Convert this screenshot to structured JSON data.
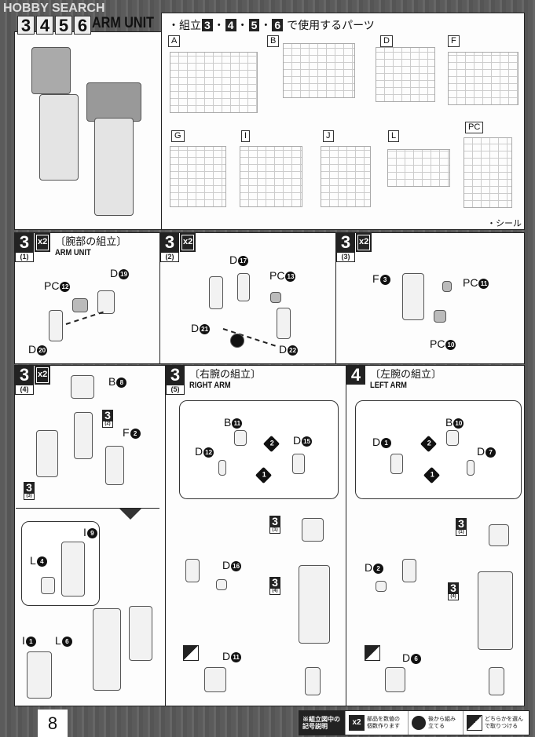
{
  "watermark": "HOBBY SEARCH",
  "header": {
    "step_numbers": [
      "3",
      "4",
      "5",
      "6"
    ],
    "title": "ARM UNIT"
  },
  "parts_used": {
    "prefix": "・組立",
    "steps": [
      "3",
      "4",
      "5",
      "6"
    ],
    "suffix": "で使用するパーツ",
    "sprues": [
      "A",
      "B",
      "D",
      "F",
      "G",
      "I",
      "J",
      "L",
      "PC"
    ],
    "seal": "・シール"
  },
  "steps": [
    {
      "step": "3",
      "sub": "(1)",
      "mult": "x2",
      "jp": "〔腕部の組立〕",
      "en": "ARM UNIT",
      "labels": [
        {
          "p": "PC",
          "n": "12"
        },
        {
          "p": "D",
          "n": "19"
        },
        {
          "p": "D",
          "n": "20"
        }
      ]
    },
    {
      "step": "3",
      "sub": "(2)",
      "mult": "x2",
      "labels": [
        {
          "p": "D",
          "n": "17"
        },
        {
          "p": "PC",
          "n": "13"
        },
        {
          "p": "D",
          "n": "21"
        },
        {
          "p": "D",
          "n": "22"
        }
      ]
    },
    {
      "step": "3",
      "sub": "(3)",
      "mult": "x2",
      "labels": [
        {
          "p": "F",
          "n": "3"
        },
        {
          "p": "PC",
          "n": "11"
        },
        {
          "p": "PC",
          "n": "10"
        }
      ]
    },
    {
      "step": "3",
      "sub": "(4)",
      "mult": "x2",
      "refs": [
        {
          "s": "3",
          "sub": "(2)"
        },
        {
          "s": "3",
          "sub": "(3)"
        }
      ],
      "labels": [
        {
          "p": "B",
          "n": "8"
        },
        {
          "p": "F",
          "n": "2"
        },
        {
          "p": "I",
          "n": "9"
        },
        {
          "p": "L",
          "n": "4"
        },
        {
          "p": "I",
          "n": "1"
        },
        {
          "p": "L",
          "n": "6"
        }
      ]
    },
    {
      "step": "3",
      "sub": "(5)",
      "jp": "〔右腕の組立〕",
      "en": "RIGHT ARM",
      "order": [
        "1",
        "2"
      ],
      "refs": [
        {
          "s": "3",
          "sub": "(1)"
        },
        {
          "s": "3",
          "sub": "(4)"
        }
      ],
      "labels": [
        {
          "p": "B",
          "n": "11"
        },
        {
          "p": "D",
          "n": "12"
        },
        {
          "p": "D",
          "n": "15"
        },
        {
          "p": "D",
          "n": "16"
        },
        {
          "p": "D",
          "n": "11"
        }
      ]
    },
    {
      "step": "4",
      "jp": "〔左腕の組立〕",
      "en": "LEFT ARM",
      "order": [
        "1",
        "2"
      ],
      "refs": [
        {
          "s": "3",
          "sub": "(1)"
        },
        {
          "s": "3",
          "sub": "(4)"
        }
      ],
      "labels": [
        {
          "p": "B",
          "n": "10"
        },
        {
          "p": "D",
          "n": "1"
        },
        {
          "p": "D",
          "n": "7"
        },
        {
          "p": "D",
          "n": "2"
        },
        {
          "p": "D",
          "n": "6"
        }
      ]
    }
  ],
  "page_number": "8",
  "legend": {
    "title": "※組立図中の記号説明",
    "items": [
      {
        "icon": "x2",
        "text": "部品を数値の個数作ります"
      },
      {
        "icon": "half-circle-icon",
        "text": "後から組み立てる"
      },
      {
        "icon": "choice-icon",
        "text": "どちらかを選んで取りつける"
      }
    ]
  }
}
